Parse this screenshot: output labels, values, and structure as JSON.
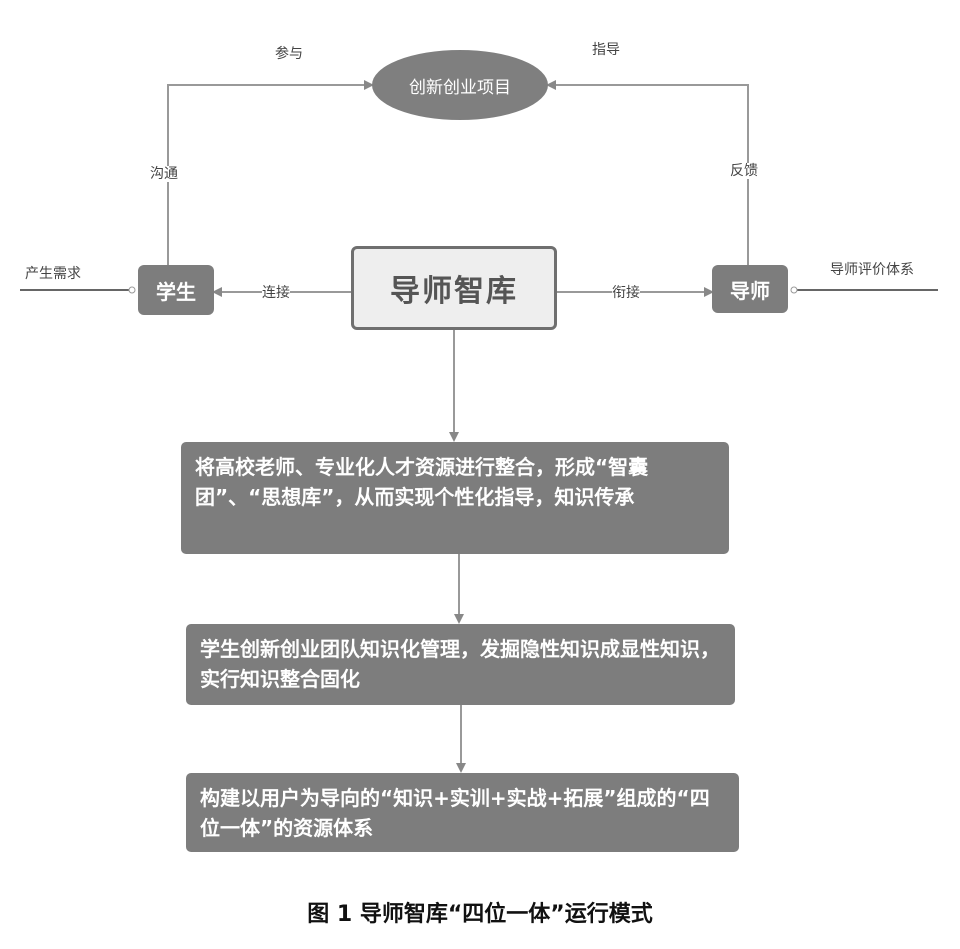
{
  "nodes": {
    "center": "导师智库",
    "student": "学生",
    "mentor": "导师",
    "project": "创新创业项目"
  },
  "edge_labels": {
    "participate": "参与",
    "guide": "指导",
    "coordinate": "沟通",
    "feedback": "反馈",
    "connect_student": "连接",
    "connect_mentor": "衔接",
    "demand": "产生需求",
    "evaluation": "导师评价体系"
  },
  "steps": [
    "将高校老师、专业化人才资源进行整合，形成“智囊团”、“思想库”，从而实现个性化指导，知识传承",
    "学生创新创业团队知识化管理，发掘隐性知识成显性知识，实行知识整合固化",
    "构建以用户为导向的“知识+实训+实战+拓展”组成的“四位一体”的资源体系"
  ],
  "caption": "图 1 导师智库“四位一体”运行模式",
  "colors": {
    "node_fill": "#7d7d7d",
    "hub_fill": "#eeeeee",
    "line": "#888888"
  }
}
